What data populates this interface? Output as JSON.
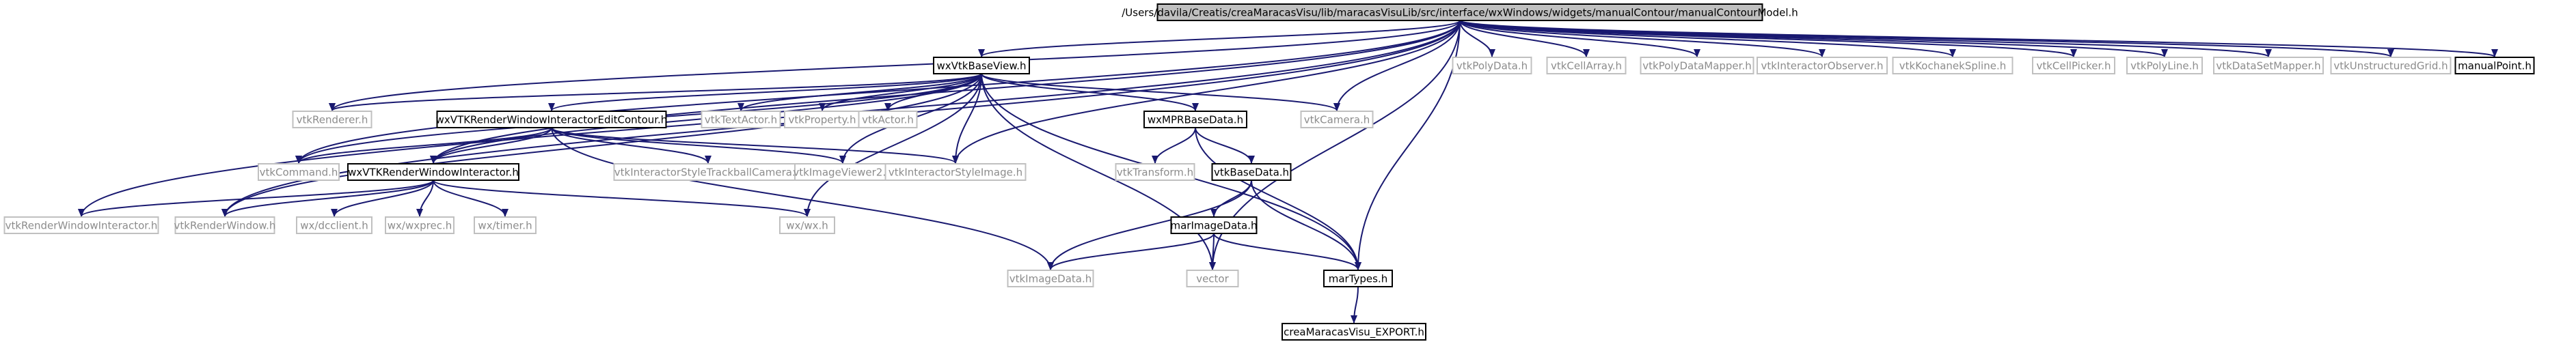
{
  "diagram": {
    "title": "",
    "colors": {
      "edge": "#191970",
      "root_fill": "#c0c0c0",
      "root_stroke": "#000000",
      "local_fill": "#ffffff",
      "local_stroke": "#000000",
      "external_fill": "#ffffff",
      "external_stroke": "#c0c0c0",
      "local_text": "#000000",
      "external_text": "#8c8c8c"
    },
    "nodes": [
      {
        "id": "root",
        "label": "/Users/davila/Creatis/creaMaracasVisu/lib/maracasVisuLib/src/interface/wxWindows/widgets/manualContour/manualContourModel.h",
        "kind": "root"
      },
      {
        "id": "wxVtkBaseView",
        "label": "wxVtkBaseView.h",
        "kind": "local"
      },
      {
        "id": "vtkPolyData",
        "label": "vtkPolyData.h",
        "kind": "external"
      },
      {
        "id": "vtkCellArray",
        "label": "vtkCellArray.h",
        "kind": "external"
      },
      {
        "id": "vtkPolyDataMapper",
        "label": "vtkPolyDataMapper.h",
        "kind": "external"
      },
      {
        "id": "vtkInteractorObserver",
        "label": "vtkInteractorObserver.h",
        "kind": "external"
      },
      {
        "id": "vtkKochanekSpline",
        "label": "vtkKochanekSpline.h",
        "kind": "external"
      },
      {
        "id": "vtkCellPicker",
        "label": "vtkCellPicker.h",
        "kind": "external"
      },
      {
        "id": "vtkPolyLine",
        "label": "vtkPolyLine.h",
        "kind": "external"
      },
      {
        "id": "vtkDataSetMapper",
        "label": "vtkDataSetMapper.h",
        "kind": "external"
      },
      {
        "id": "vtkUnstructuredGrid",
        "label": "vtkUnstructuredGrid.h",
        "kind": "external"
      },
      {
        "id": "manualPoint",
        "label": "manualPoint.h",
        "kind": "local"
      },
      {
        "id": "vtkRenderer",
        "label": "vtkRenderer.h",
        "kind": "external"
      },
      {
        "id": "wxVTKRWIEditContour",
        "label": "wxVTKRenderWindowInteractorEditContour.h",
        "kind": "local"
      },
      {
        "id": "vtkTextActor",
        "label": "vtkTextActor.h",
        "kind": "external"
      },
      {
        "id": "vtkProperty",
        "label": "vtkProperty.h",
        "kind": "external"
      },
      {
        "id": "vtkActor",
        "label": "vtkActor.h",
        "kind": "external"
      },
      {
        "id": "wxMPRBaseData",
        "label": "wxMPRBaseData.h",
        "kind": "local"
      },
      {
        "id": "vtkCamera",
        "label": "vtkCamera.h",
        "kind": "external"
      },
      {
        "id": "vtkCommand",
        "label": "vtkCommand.h",
        "kind": "external"
      },
      {
        "id": "wxVTKRWI",
        "label": "wxVTKRenderWindowInteractor.h",
        "kind": "local"
      },
      {
        "id": "vtkInteractorStyleTrackballCamera",
        "label": "vtkInteractorStyleTrackballCamera.h",
        "kind": "external"
      },
      {
        "id": "vtkImageViewer2",
        "label": "vtkImageViewer2.h",
        "kind": "external"
      },
      {
        "id": "vtkInteractorStyleImage",
        "label": "vtkInteractorStyleImage.h",
        "kind": "external"
      },
      {
        "id": "vtkTransform",
        "label": "vtkTransform.h",
        "kind": "external"
      },
      {
        "id": "vtkBaseData",
        "label": "vtkBaseData.h",
        "kind": "local"
      },
      {
        "id": "vtkRenderWindowInteractor",
        "label": "vtkRenderWindowInteractor.h",
        "kind": "external"
      },
      {
        "id": "vtkRenderWindow",
        "label": "vtkRenderWindow.h",
        "kind": "external"
      },
      {
        "id": "wxdcclient",
        "label": "wx/dcclient.h",
        "kind": "external"
      },
      {
        "id": "wxwxprec",
        "label": "wx/wxprec.h",
        "kind": "external"
      },
      {
        "id": "wxtimer",
        "label": "wx/timer.h",
        "kind": "external"
      },
      {
        "id": "wxwx",
        "label": "wx/wx.h",
        "kind": "external"
      },
      {
        "id": "marImageData",
        "label": "marImageData.h",
        "kind": "local"
      },
      {
        "id": "vtkImageData",
        "label": "vtkImageData.h",
        "kind": "external"
      },
      {
        "id": "vector",
        "label": "vector",
        "kind": "external"
      },
      {
        "id": "marTypes",
        "label": "marTypes.h",
        "kind": "local"
      },
      {
        "id": "creaExport",
        "label": "creaMaracasVisu_EXPORT.h",
        "kind": "local"
      }
    ],
    "edges": [
      [
        "root",
        "wxVtkBaseView"
      ],
      [
        "root",
        "vtkPolyData"
      ],
      [
        "root",
        "vtkCellArray"
      ],
      [
        "root",
        "vtkPolyDataMapper"
      ],
      [
        "root",
        "vtkInteractorObserver"
      ],
      [
        "root",
        "vtkKochanekSpline"
      ],
      [
        "root",
        "vtkCellPicker"
      ],
      [
        "root",
        "vtkPolyLine"
      ],
      [
        "root",
        "vtkDataSetMapper"
      ],
      [
        "root",
        "vtkUnstructuredGrid"
      ],
      [
        "root",
        "manualPoint"
      ],
      [
        "root",
        "vtkRenderer"
      ],
      [
        "root",
        "vtkCamera"
      ],
      [
        "root",
        "vtkCommand"
      ],
      [
        "root",
        "wxVTKRWI"
      ],
      [
        "root",
        "vtkInteractorStyleImage"
      ],
      [
        "root",
        "vtkRenderWindowInteractor"
      ],
      [
        "root",
        "vtkRenderWindow"
      ],
      [
        "root",
        "vector"
      ],
      [
        "root",
        "marTypes"
      ],
      [
        "wxVtkBaseView",
        "vtkRenderer"
      ],
      [
        "wxVtkBaseView",
        "wxVTKRWIEditContour"
      ],
      [
        "wxVtkBaseView",
        "vtkTextActor"
      ],
      [
        "wxVtkBaseView",
        "vtkProperty"
      ],
      [
        "wxVtkBaseView",
        "vtkActor"
      ],
      [
        "wxVtkBaseView",
        "wxMPRBaseData"
      ],
      [
        "wxVtkBaseView",
        "vtkCamera"
      ],
      [
        "wxVtkBaseView",
        "vtkCommand"
      ],
      [
        "wxVtkBaseView",
        "wxVTKRWI"
      ],
      [
        "wxVtkBaseView",
        "vtkImageViewer2"
      ],
      [
        "wxVtkBaseView",
        "vtkInteractorStyleImage"
      ],
      [
        "wxVtkBaseView",
        "wxwx"
      ],
      [
        "wxVtkBaseView",
        "vector"
      ],
      [
        "wxVtkBaseView",
        "marTypes"
      ],
      [
        "wxVtkBaseView",
        "vtkRenderWindow"
      ],
      [
        "wxVTKRWIEditContour",
        "wxVTKRWI"
      ],
      [
        "wxVTKRWIEditContour",
        "vtkCommand"
      ],
      [
        "wxVTKRWIEditContour",
        "vtkInteractorStyleTrackballCamera"
      ],
      [
        "wxVTKRWIEditContour",
        "vtkImageViewer2"
      ],
      [
        "wxVTKRWIEditContour",
        "vtkInteractorStyleImage"
      ],
      [
        "wxVTKRWIEditContour",
        "vtkImageData"
      ],
      [
        "wxVTKRWI",
        "vtkRenderWindowInteractor"
      ],
      [
        "wxVTKRWI",
        "vtkRenderWindow"
      ],
      [
        "wxVTKRWI",
        "wxdcclient"
      ],
      [
        "wxVTKRWI",
        "wxwxprec"
      ],
      [
        "wxVTKRWI",
        "wxtimer"
      ],
      [
        "wxVTKRWI",
        "wxwx"
      ],
      [
        "wxMPRBaseData",
        "vtkTransform"
      ],
      [
        "wxMPRBaseData",
        "vtkBaseData"
      ],
      [
        "wxMPRBaseData",
        "marTypes"
      ],
      [
        "vtkBaseData",
        "marImageData"
      ],
      [
        "vtkBaseData",
        "vtkImageData"
      ],
      [
        "vtkBaseData",
        "marTypes"
      ],
      [
        "marImageData",
        "vtkImageData"
      ],
      [
        "marImageData",
        "vector"
      ],
      [
        "marImageData",
        "marTypes"
      ],
      [
        "marTypes",
        "creaExport"
      ]
    ]
  }
}
